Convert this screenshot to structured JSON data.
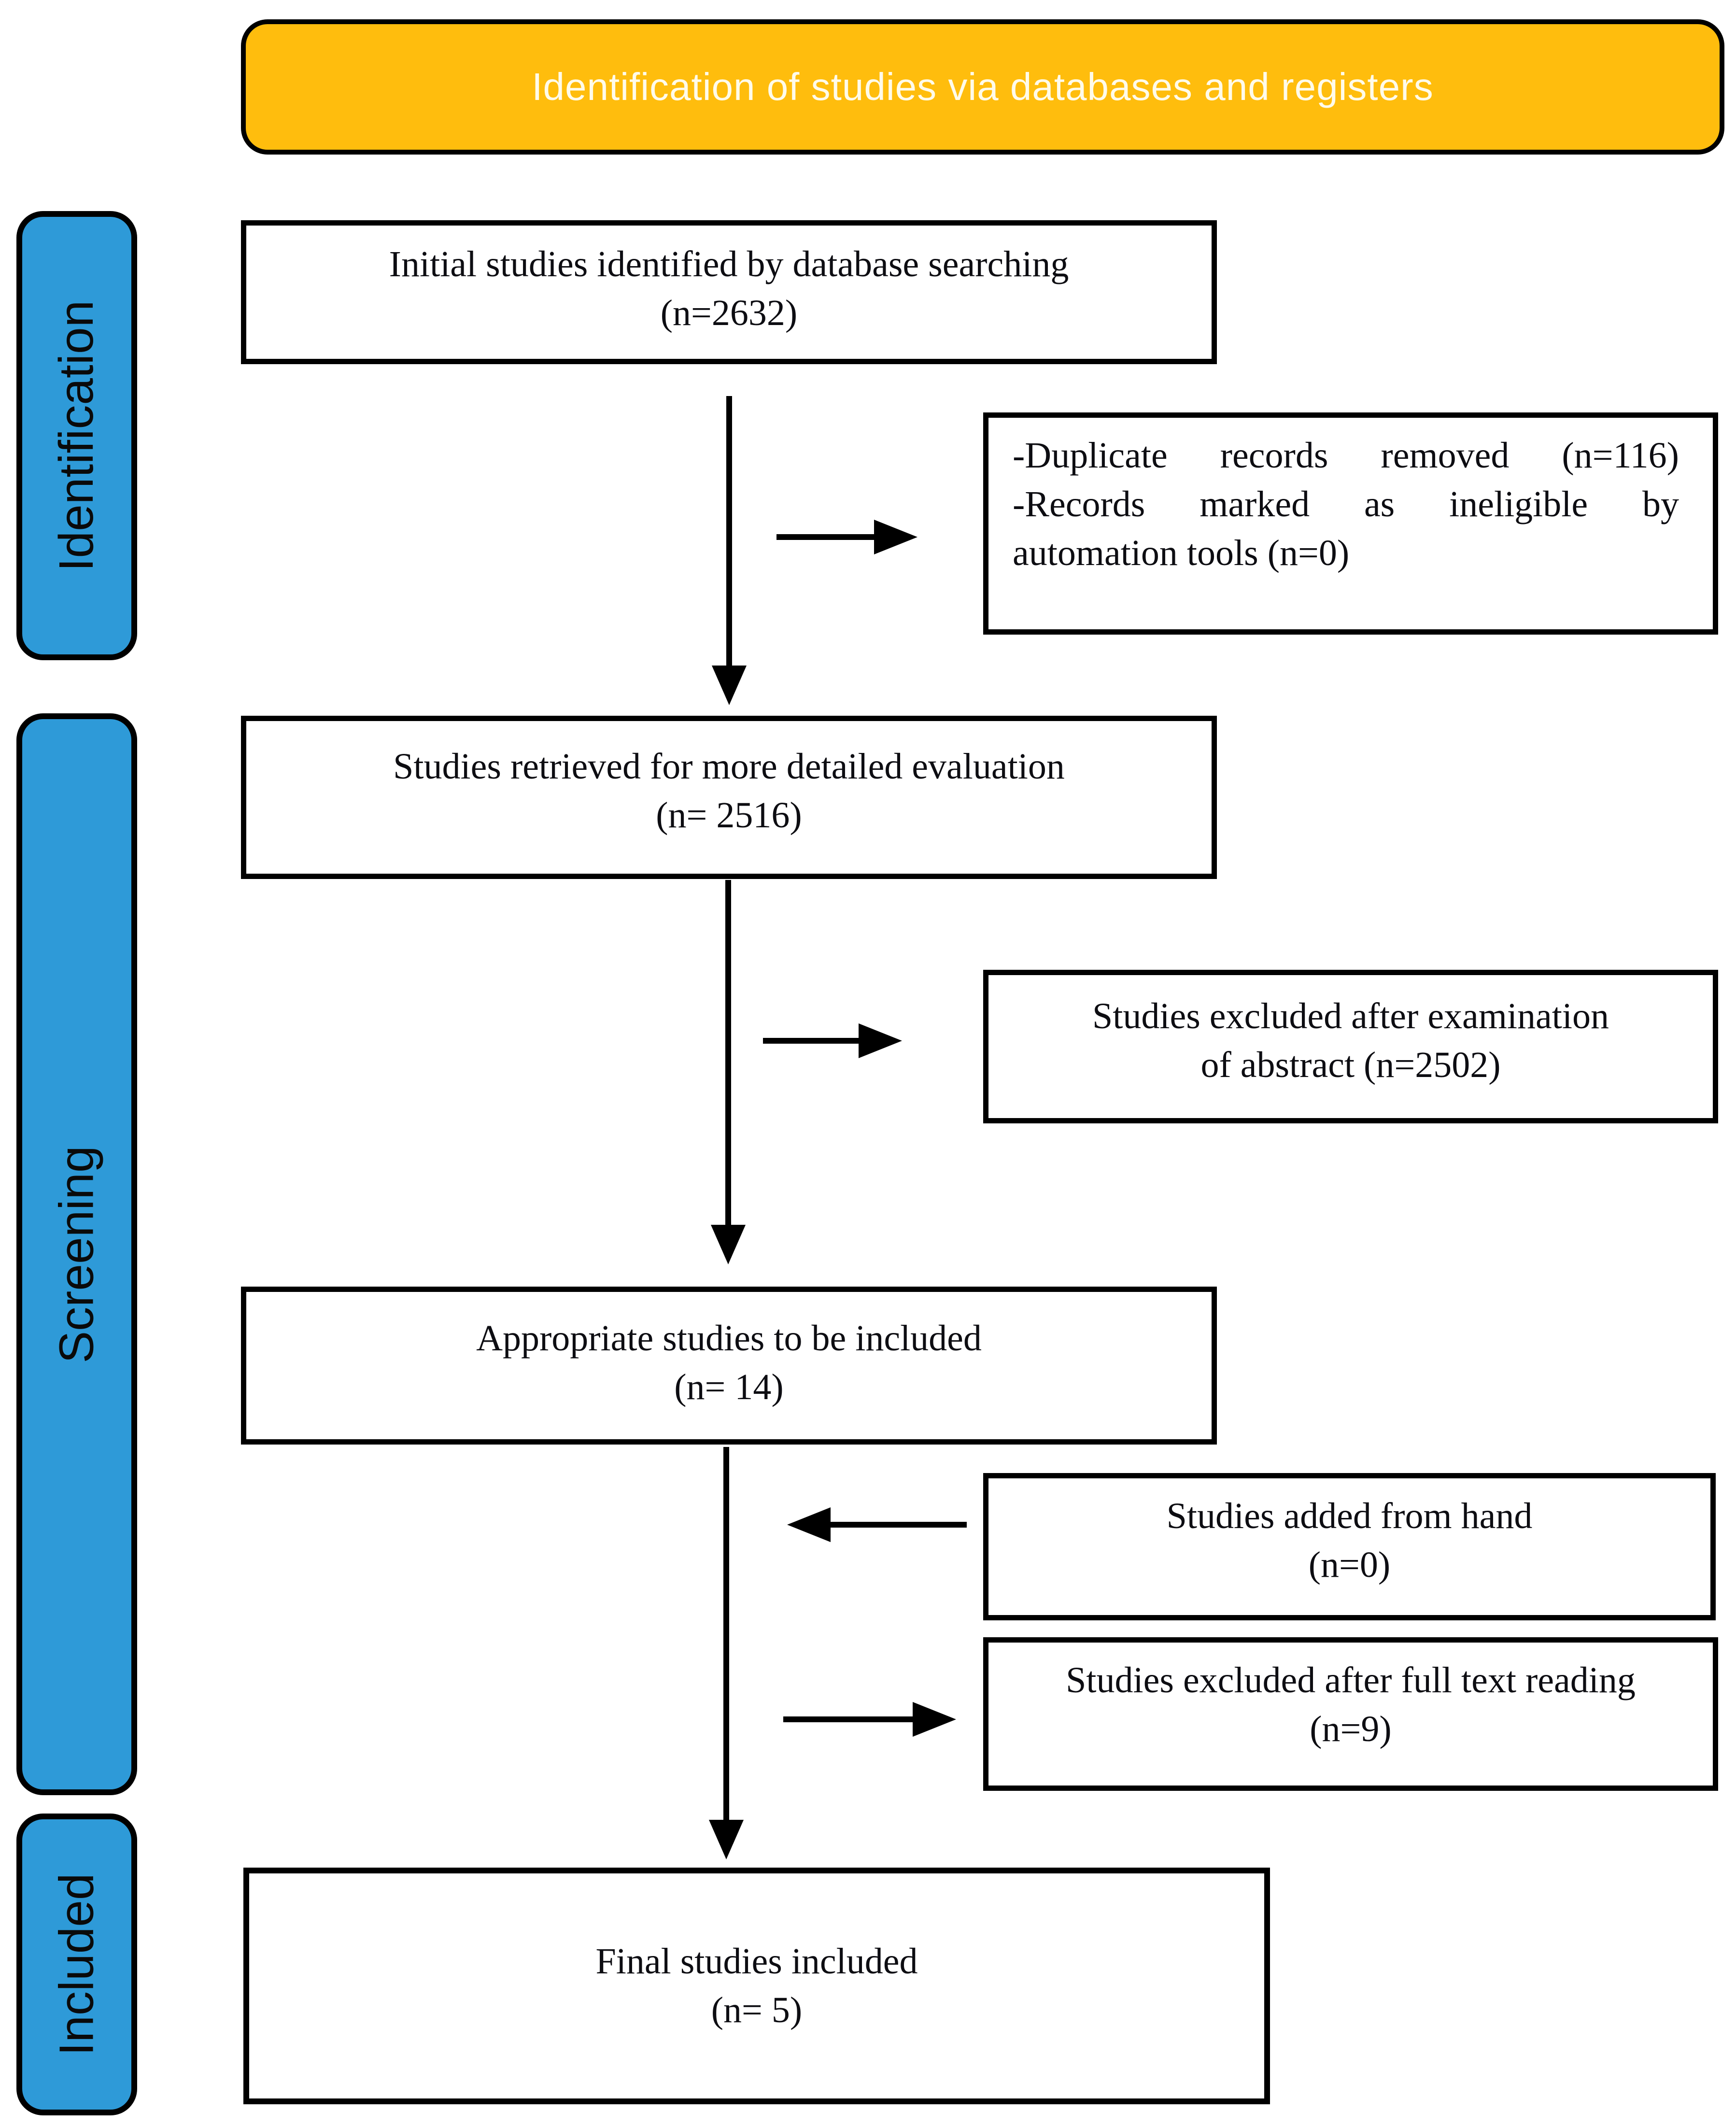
{
  "banner": {
    "title": "Identification of studies via databases and registers"
  },
  "stages": [
    {
      "label": "Identification"
    },
    {
      "label": "Screening"
    },
    {
      "label": "Included"
    }
  ],
  "flow_boxes": {
    "initial": {
      "line1": "Initial studies identified by database searching",
      "line2": "(n=2632)"
    },
    "retrieved": {
      "line1": "Studies retrieved for more detailed evaluation",
      "line2": "(n= 2516)"
    },
    "appropriate": {
      "line1": "Appropriate studies to be included",
      "line2": "(n= 14)"
    },
    "final": {
      "line1": "Final studies included",
      "line2": "(n= 5)"
    }
  },
  "side_boxes": {
    "duplicates": {
      "lines": [
        "-Duplicate records removed (n=116)",
        "-Records marked as ineligible by",
        "automation tools (n=0)"
      ]
    },
    "excluded_abstract": {
      "line1": "Studies excluded after examination",
      "line2": "of abstract (n=2502)"
    },
    "added_hand": {
      "line1": "Studies added from hand",
      "line2": "(n=0)"
    },
    "excluded_fulltext": {
      "line1": "Studies excluded after full text reading",
      "line2": "(n=9)"
    }
  },
  "colors": {
    "banner_fill": "#FFBD0D",
    "banner_text": "#FFFBEA",
    "stage_fill": "#2E9AD8",
    "border_and_arrows": "#000000",
    "box_text": "#0D0D12"
  }
}
